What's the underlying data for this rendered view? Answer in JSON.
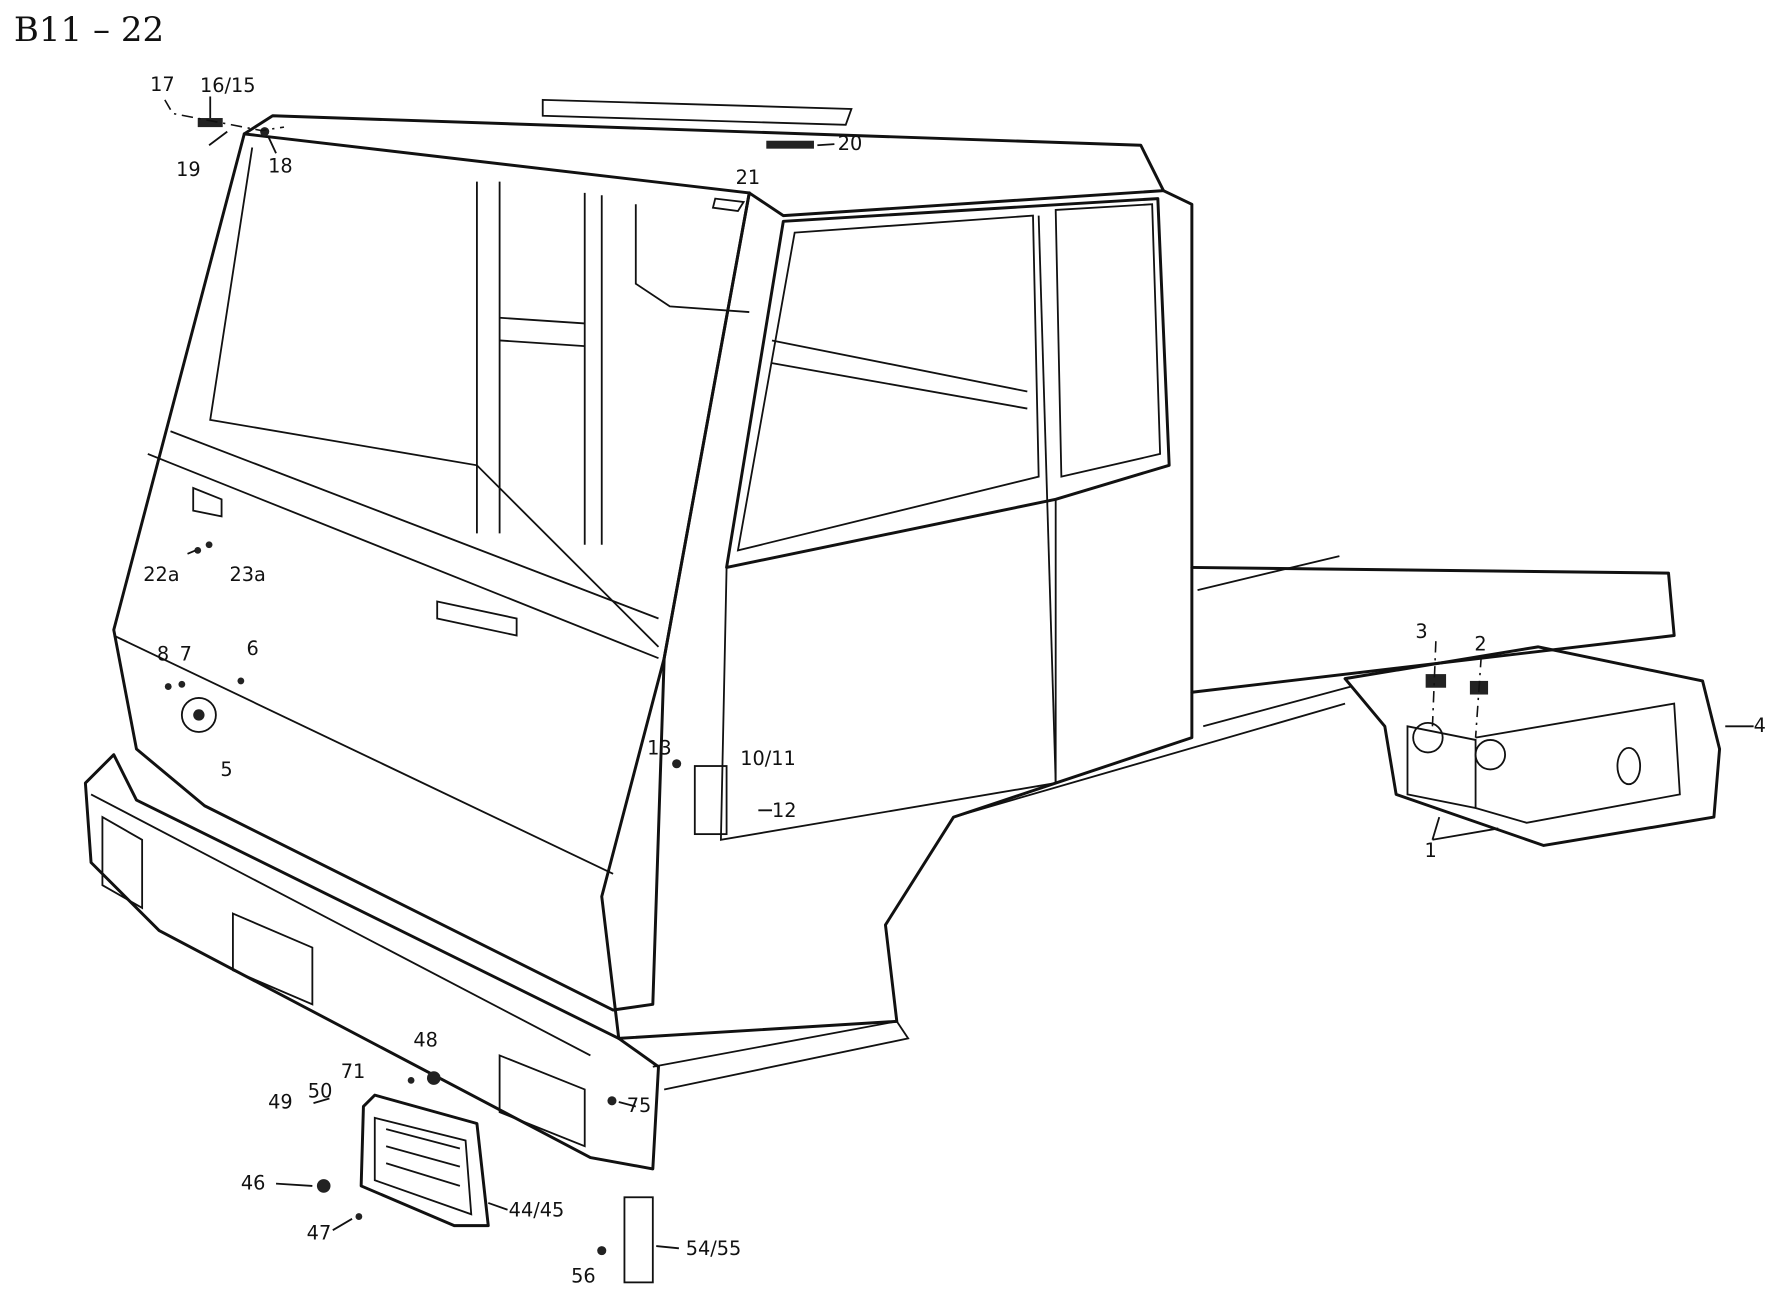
{
  "title": "B11 – 22",
  "callouts": {
    "c17": "17",
    "c16_15": "16/15",
    "c19": "19",
    "c18": "18",
    "c20": "20",
    "c21": "21",
    "c22a": "22a",
    "c23a": "23a",
    "c8": "8",
    "c7": "7",
    "c6": "6",
    "c5": "5",
    "c13": "13",
    "c10_11": "10/11",
    "c12": "12",
    "c3": "3",
    "c2": "2",
    "c4": "4",
    "c1": "1",
    "c48": "48",
    "c71": "71",
    "c50": "50",
    "c49": "49",
    "c75": "75",
    "c46": "46",
    "c44_45": "44/45",
    "c47": "47",
    "c54_55": "54/55",
    "c56": "56"
  }
}
